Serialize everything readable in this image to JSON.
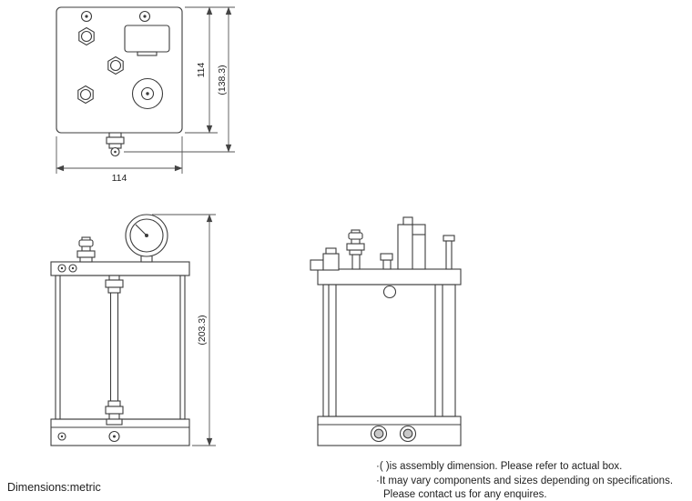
{
  "dimensions": {
    "top_view_height": "114",
    "top_view_assembly_height": "(138.3)",
    "top_view_width": "114",
    "front_view_assembly_height": "(203.3)"
  },
  "footer": {
    "units_label": "Dimensions:metric"
  },
  "notes": {
    "line1": "·(  )is assembly dimension. Please refer to actual box.",
    "line2": "·It may vary components and sizes depending on specifications.",
    "line3": "Please contact us for any enquires."
  }
}
